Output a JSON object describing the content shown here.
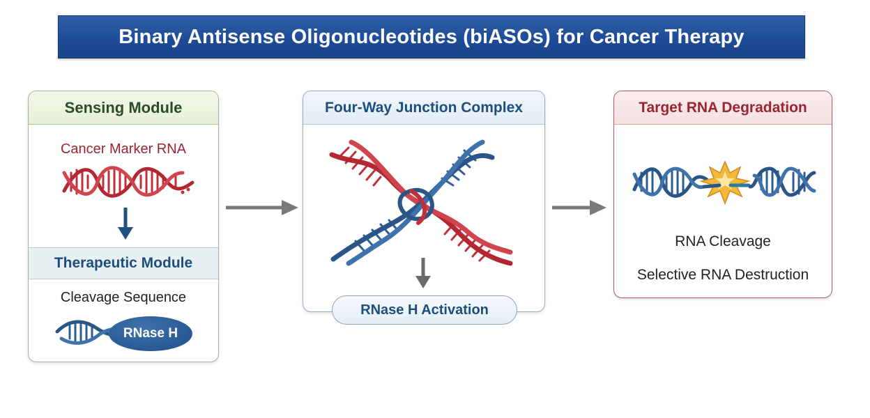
{
  "title": "Binary Antisense Oligonucleotides (biASOs) for Cancer Therapy",
  "sensing": {
    "header": "Sensing Module",
    "marker_label": "Cancer Marker RNA",
    "therapeutic_header": "Therapeutic Module",
    "cleavage_label": "Cleavage Sequence",
    "enzyme_label": "RNase H"
  },
  "junction": {
    "header": "Four-Way Junction Complex",
    "activation_label": "RNase H Activation"
  },
  "degradation": {
    "header": "Target RNA Degradation",
    "line1": "RNA Cleavage",
    "line2": "Selective RNA Destruction"
  },
  "colors": {
    "red_strand": "#c0303a",
    "blue_strand": "#2f5d93",
    "arrow_gray": "#7a7a7a",
    "banner_blue": "#1f4c97",
    "burst": "#f0b93a"
  }
}
